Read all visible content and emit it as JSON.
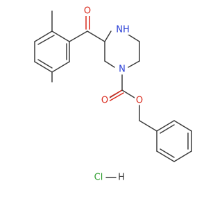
{
  "atoms": {
    "ketone_o": "O",
    "ring_nh": "NH",
    "ring_n": "N",
    "carbonyl_o": "O",
    "ester_o": "O",
    "cl": "Cl",
    "h": "H"
  },
  "colors": {
    "bond": "#3c3c3c",
    "oxygen": "#d9291c",
    "nitrogen": "#2a3fd6",
    "chlorine": "#2f9e2f"
  }
}
